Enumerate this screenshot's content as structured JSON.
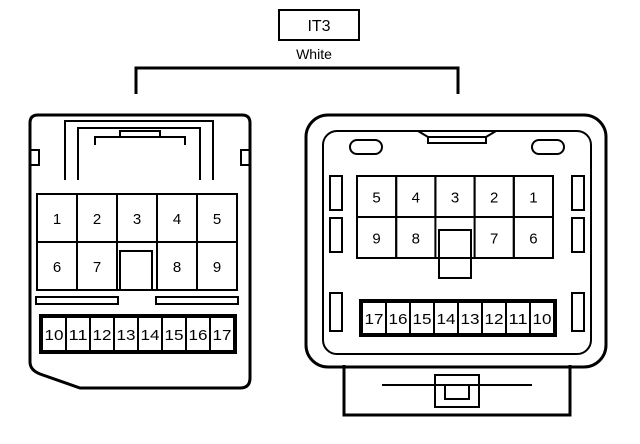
{
  "header": {
    "code": "IT3",
    "color_name": "White"
  },
  "left_connector": {
    "upper_rows": [
      [
        "1",
        "2",
        "3",
        "4",
        "5"
      ],
      [
        "6",
        "7",
        "",
        "8",
        "9"
      ]
    ],
    "lower_row": [
      "10",
      "11",
      "12",
      "13",
      "14",
      "15",
      "16",
      "17"
    ]
  },
  "right_connector": {
    "upper_rows": [
      [
        "5",
        "4",
        "3",
        "2",
        "1"
      ],
      [
        "9",
        "8",
        "",
        "7",
        "6"
      ]
    ],
    "lower_row": [
      "17",
      "16",
      "15",
      "14",
      "13",
      "12",
      "11",
      "10"
    ]
  }
}
